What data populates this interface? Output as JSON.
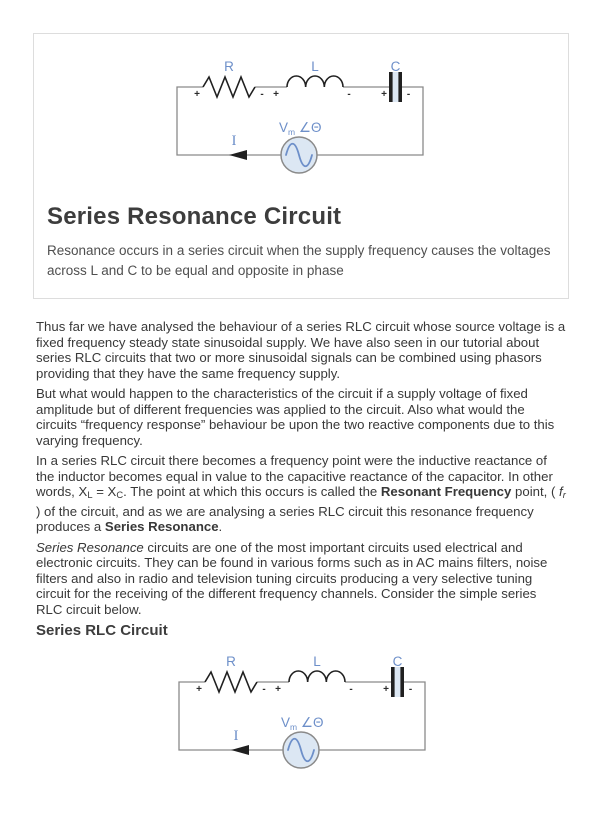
{
  "hero": {
    "title": "Series Resonance Circuit",
    "subtitle": "Resonance occurs in a series circuit when the supply frequency causes the voltages across L and C to be equal and opposite in phase"
  },
  "diagram": {
    "resistor_label": "R",
    "inductor_label": "L",
    "capacitor_label": "C",
    "source_label_v": "V",
    "source_label_sub": "m",
    "source_label_angle": " ∠Θ",
    "current_label": "I",
    "plus": "+",
    "minus": "-",
    "colors": {
      "label_blue": "#6d8fc9",
      "wire_gray": "#8a8a8a",
      "component_dark": "#202020",
      "source_fill": "#dce7f3",
      "card_border": "#dddddd"
    }
  },
  "article": {
    "p1": "Thus far we have analysed the behaviour of a series RLC circuit whose source voltage is a fixed frequency steady state sinusoidal supply. We have also seen in our tutorial about series RLC circuits that two or more sinusoidal signals can be combined using phasors providing that they have the same frequency supply.",
    "p2": "But what would happen to the characteristics of the circuit if a supply voltage of fixed amplitude but of different frequencies was applied to the circuit. Also what would the circuits “frequency response” behaviour be upon the two reactive components due to this varying frequency.",
    "p3": [
      {
        "t": "In a series RLC circuit there becomes a frequency point were the inductive reactance of the inductor becomes equal in value to the capacitive reactance of the capacitor. In other words, X"
      },
      {
        "t": "L",
        "sub": true
      },
      {
        "t": " = X"
      },
      {
        "t": "C",
        "sub": true
      },
      {
        "t": ". The point at which this occurs is called the "
      },
      {
        "t": "Resonant Frequency",
        "b": true
      },
      {
        "t": " point, ( "
      },
      {
        "t": "f",
        "i": true
      },
      {
        "t": "r",
        "i": true,
        "sub": true
      },
      {
        "t": " ) of the circuit, and as we are analysing a series RLC circuit this resonance frequency produces a "
      },
      {
        "t": "Series Resonance",
        "b": true
      },
      {
        "t": "."
      }
    ],
    "p4": [
      {
        "t": "Series Resonance",
        "i": true
      },
      {
        "t": " circuits are one of the most important circuits used electrical and electronic circuits. They can be found in various forms such as in AC mains filters, noise filters and also in radio and television tuning circuits producing a very selective tuning circuit for the receiving of the different frequency channels. Consider the simple series RLC circuit below."
      }
    ],
    "section_heading": "Series RLC Circuit"
  }
}
